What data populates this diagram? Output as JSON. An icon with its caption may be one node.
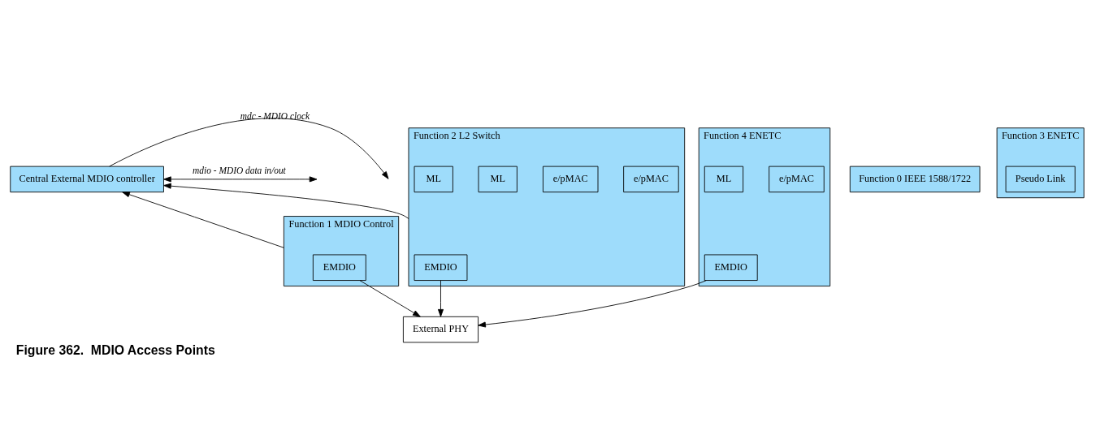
{
  "diagram": {
    "caption": "Figure 362.  MDIO Access Points",
    "nodes": [
      {
        "text": [
          "Central External MDIO controller"
        ]
      },
      {
        "text": [
          "Function 0 IEEE 1588/1722"
        ]
      },
      {
        "text": [
          "Function 1 MDIO Control"
        ]
      },
      {
        "text": [
          "EMDIO"
        ],
        "in": 2
      },
      {
        "text": [
          "Function 2 L2 Switch"
        ]
      },
      {
        "text": [
          "EMDIO"
        ],
        "in": 4
      },
      {
        "text": [
          "e/pMAC"
        ],
        "in": 4
      },
      {
        "text": [
          "e/pMAC"
        ],
        "in": 4
      },
      {
        "text": [
          "ML"
        ],
        "in": 4
      },
      {
        "text": [
          "ML"
        ],
        "in": 4
      },
      {
        "text": [
          "Function 3 ENETC"
        ]
      },
      {
        "text": [
          "Pseudo Link"
        ],
        "in": 10
      },
      {
        "text": [
          "Function 4 ENETC"
        ]
      },
      {
        "text": [
          "EMDIO"
        ],
        "in": 12
      },
      {
        "text": [
          "e/pMAC"
        ],
        "in": 12
      },
      {
        "text": [
          "ML"
        ],
        "in": 12
      },
      {
        "text": [
          "External PHY"
        ]
      }
    ],
    "edges": [
      {
        "from": 0,
        "to": null,
        "arrow": "to",
        "label": "mdc - MDIO clock"
      },
      {
        "from": 0,
        "to": null,
        "arrow": "both",
        "label": "mdio - MDIO data in/out"
      },
      {
        "from": 2,
        "to": 0,
        "arrow": "to"
      },
      {
        "from": 4,
        "to": 0,
        "arrow": "to"
      },
      {
        "from": 3,
        "to": 16,
        "arrow": "to"
      },
      {
        "from": 5,
        "to": 16,
        "arrow": "to"
      },
      {
        "from": 13,
        "to": 16,
        "arrow": "to"
      }
    ]
  }
}
